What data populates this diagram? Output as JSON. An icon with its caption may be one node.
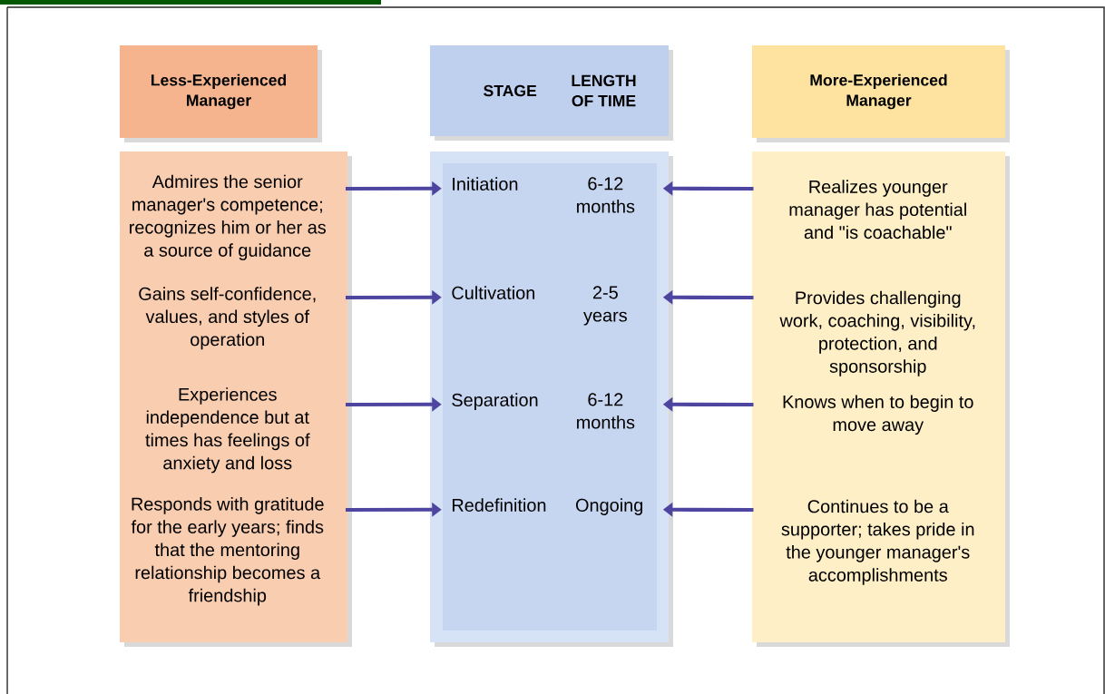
{
  "diagram": {
    "nodes": [
      {
        "text": [
          "Less-Experienced Manager"
        ]
      },
      {
        "text": [
          "STAGE",
          "LENGTH OF TIME"
        ]
      },
      {
        "text": [
          "More-Experienced Manager"
        ]
      },
      {
        "text": [],
        "shape": "box"
      },
      {
        "text": [
          "Admires the senior manager's competence; recognizes him or her as a source of guidance"
        ],
        "in": 3
      },
      {
        "text": [
          "Gains self-confidence, values, and styles of operation"
        ],
        "in": 3
      },
      {
        "text": [
          "Experiences independence but at times has feelings of anxiety and loss"
        ],
        "in": 3
      },
      {
        "text": [
          "Responds with gratitude for the early years; finds that the mentoring relationship becomes a friendship"
        ],
        "in": 3
      },
      {
        "text": [],
        "shape": "box"
      },
      {
        "text": [
          "Initiation",
          "6-12 months"
        ],
        "in": 8
      },
      {
        "text": [
          "Cultivation",
          "2-5 years"
        ],
        "in": 8
      },
      {
        "text": [
          "Separation",
          "6-12 months"
        ],
        "in": 8
      },
      {
        "text": [
          "Redefinition",
          "Ongoing"
        ],
        "in": 8
      },
      {
        "text": [],
        "shape": "box"
      },
      {
        "text": [
          "Realizes younger manager has potential and \"is coachable\""
        ],
        "in": 13
      },
      {
        "text": [
          "Provides challenging work, coaching, visibility, protection, and sponsorship"
        ],
        "in": 13
      },
      {
        "text": [
          "Knows when to begin to move away"
        ],
        "in": 13
      },
      {
        "text": [
          "Continues to be a supporter; takes pride in the younger manager's accomplishments"
        ],
        "in": 13
      }
    ],
    "edges": [
      {
        "from": 4,
        "to": 9,
        "arrow": "to"
      },
      {
        "from": 5,
        "to": 10,
        "arrow": "to"
      },
      {
        "from": 6,
        "to": 11,
        "arrow": "to"
      },
      {
        "from": 7,
        "to": 12,
        "arrow": "to"
      },
      {
        "from": 14,
        "to": 9,
        "arrow": "to"
      },
      {
        "from": 15,
        "to": 10,
        "arrow": "to"
      },
      {
        "from": 16,
        "to": 11,
        "arrow": "to"
      },
      {
        "from": 17,
        "to": 12,
        "arrow": "to"
      }
    ]
  }
}
